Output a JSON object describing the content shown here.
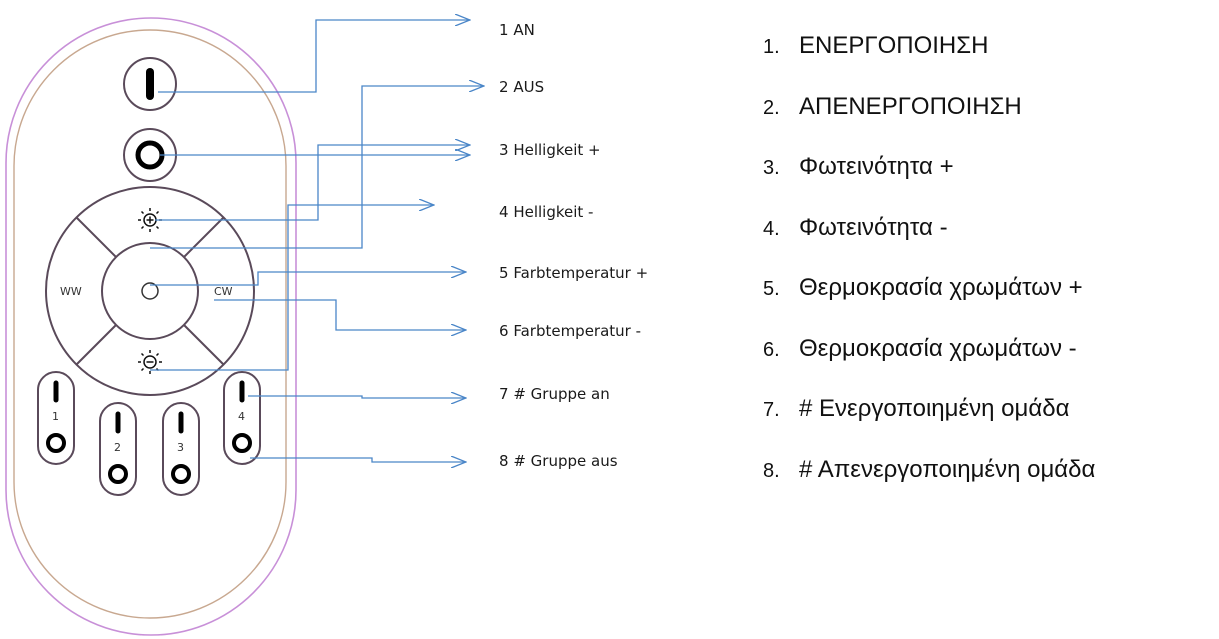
{
  "colors": {
    "outer_outline": "#c890d8",
    "inner_outline": "#c8a890",
    "button_stroke": "#5a4a5a",
    "arrow": "#4a86c8",
    "text": "#111111"
  },
  "remote": {
    "buttons": {
      "on": "I",
      "off": "O",
      "ww": "WW",
      "cw": "CW",
      "group_numbers": [
        "1",
        "2",
        "3",
        "4"
      ]
    },
    "icons": [
      "power-on-icon",
      "power-off-icon",
      "brightness-up-icon",
      "brightness-down-icon"
    ]
  },
  "labels_de": [
    {
      "num": "1",
      "text": "AN"
    },
    {
      "num": "2",
      "text": "AUS"
    },
    {
      "num": "3",
      "text": "Helligkeit +"
    },
    {
      "num": "4",
      "text": "Helligkeit -"
    },
    {
      "num": "5",
      "text": "Farbtemperatur +"
    },
    {
      "num": "6",
      "text": "Farbtemperatur -"
    },
    {
      "num": "7",
      "text": "# Gruppe an"
    },
    {
      "num": "8",
      "text": "# Gruppe aus"
    }
  ],
  "labels_el": [
    {
      "num": "1.",
      "text": "ΕΝΕΡΓΟΠΟΙΗΣΗ"
    },
    {
      "num": "2.",
      "text": "ΑΠΕΝΕΡΓΟΠΟΙΗΣΗ"
    },
    {
      "num": "3.",
      "text": "Φωτεινότητα +"
    },
    {
      "num": "4.",
      "text": "Φωτεινότητα -"
    },
    {
      "num": "5.",
      "text": "Θερμοκρασία χρωμάτων +"
    },
    {
      "num": "6.",
      "text": "Θερμοκρασία χρωμάτων -"
    },
    {
      "num": "7.",
      "text": "# Ενεργοποιημένη ομάδα"
    },
    {
      "num": "8.",
      "text": "# Απενεργοποιημένη ομάδα"
    }
  ]
}
